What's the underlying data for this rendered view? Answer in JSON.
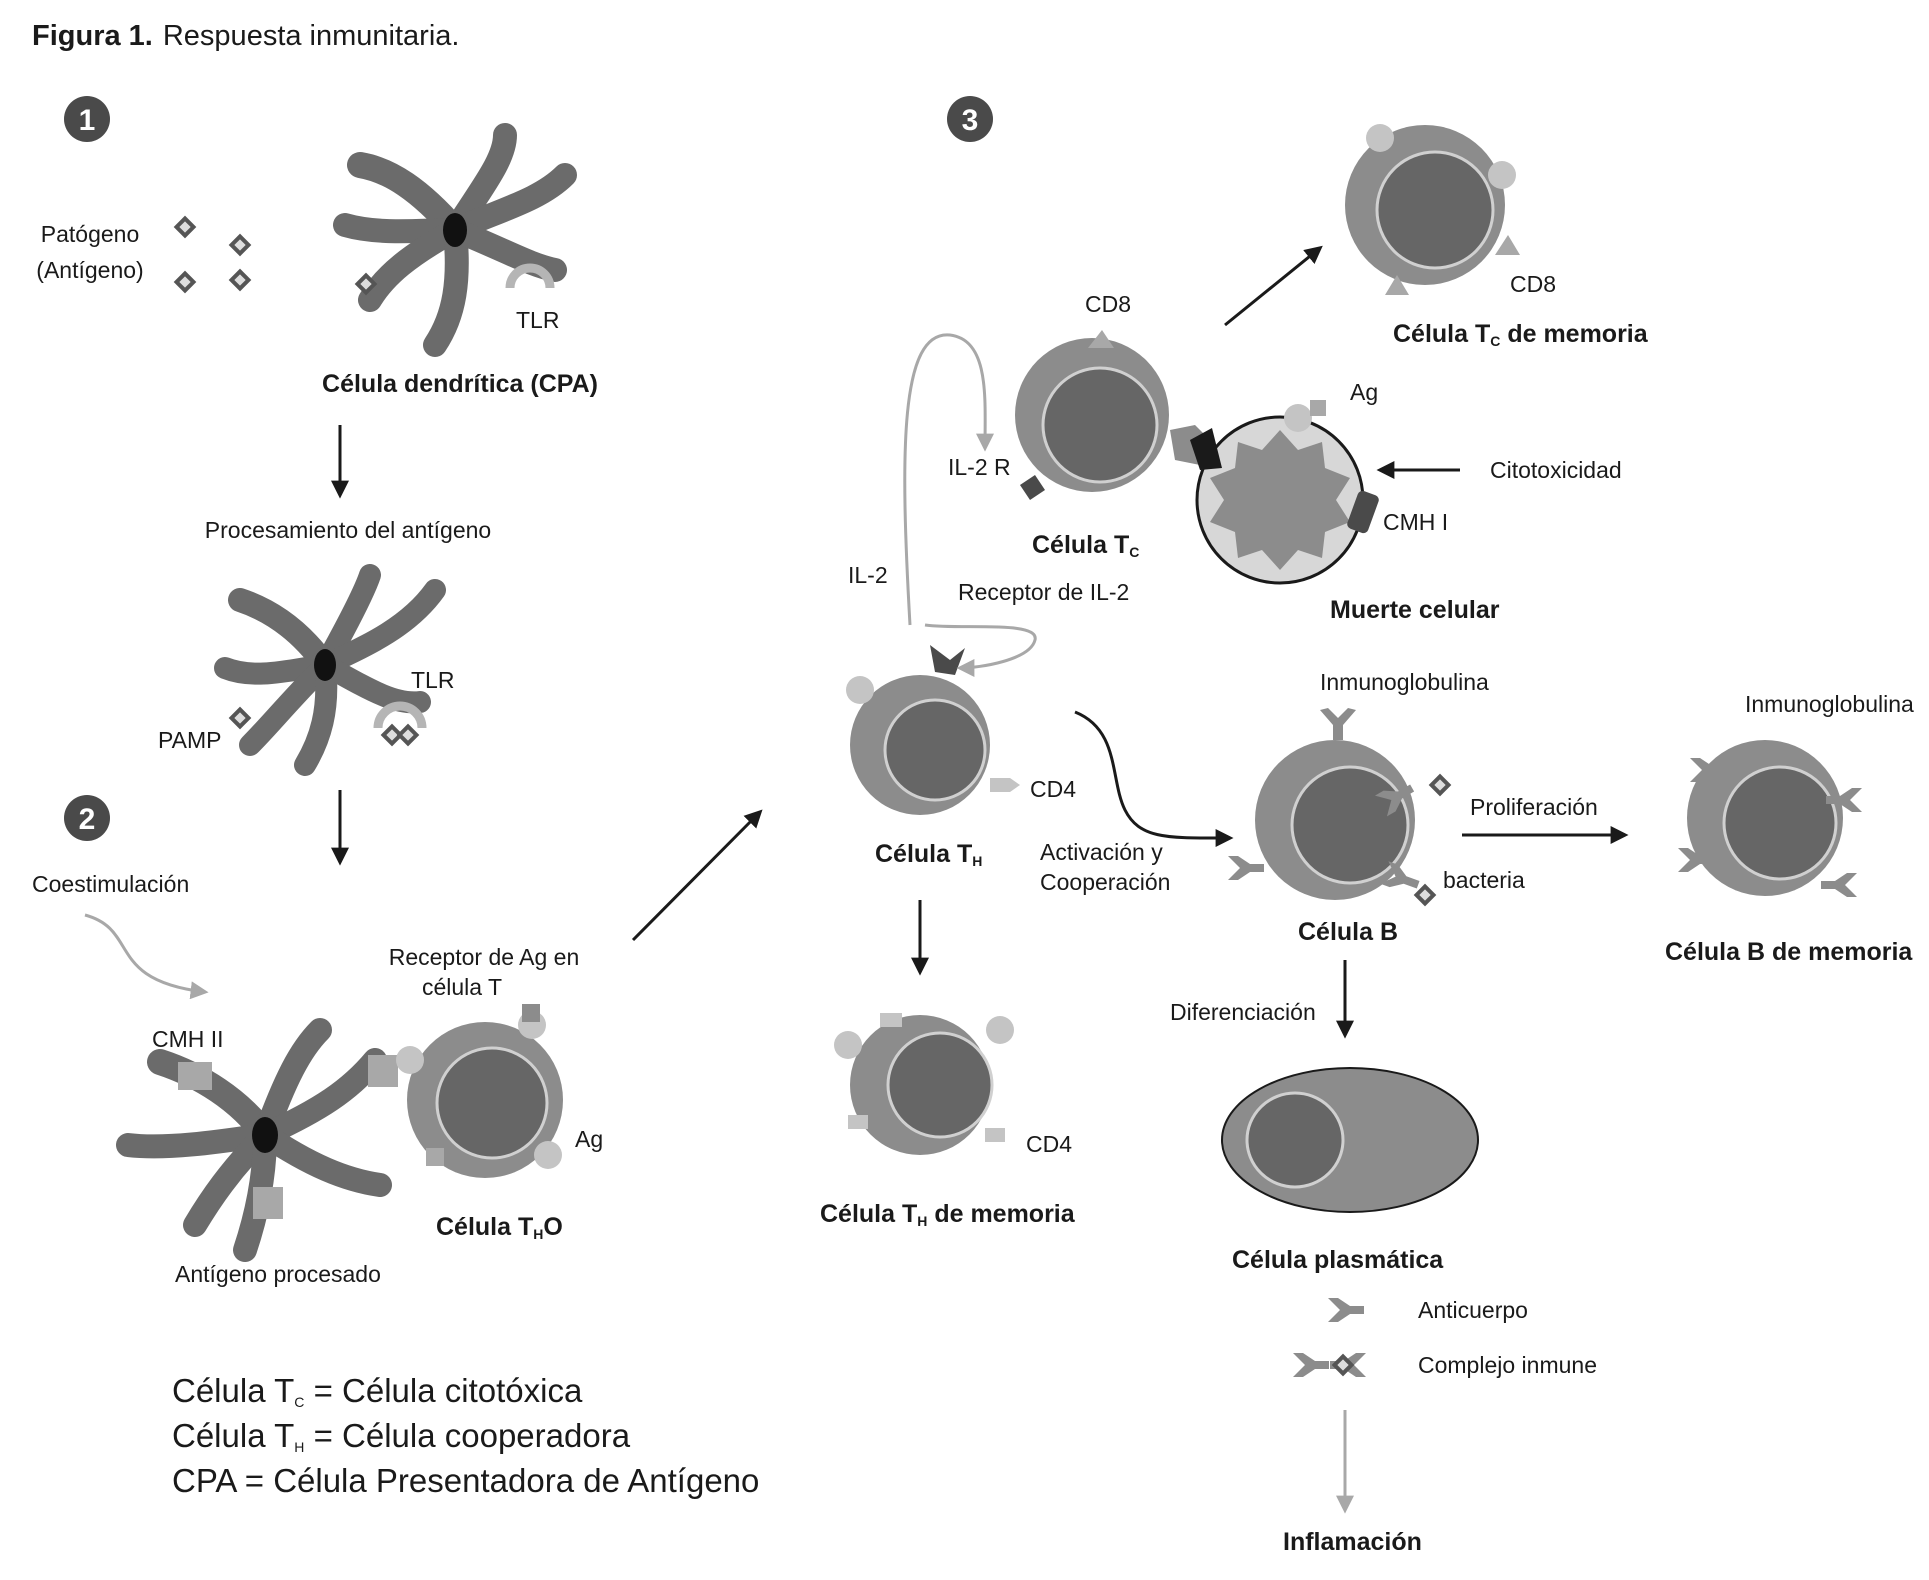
{
  "figure": {
    "title_bold": "Figura 1.",
    "title_rest": "Respuesta inmunitaria."
  },
  "steps": [
    "1",
    "2",
    "3"
  ],
  "labels": {
    "patogeno": "Patógeno",
    "antigeno": "(Antígeno)",
    "tlr_top": "TLR",
    "celula_dendritica": "Célula dendrítica (CPA)",
    "procesamiento": "Procesamiento del antígeno",
    "tlr_mid": "TLR",
    "pamp": "PAMP",
    "coestimulacion": "Coestimulación",
    "cmh_ii": "CMH II",
    "receptor_ag_line1": "Receptor de Ag en",
    "receptor_ag_line2": "célula T",
    "ag_th0": "Ag",
    "celula_th0_main": "Célula T",
    "celula_th0_sub": "H",
    "celula_th0_end": "O",
    "antigeno_procesado": "Antígeno procesado",
    "cd8_tc": "CD8",
    "il2r": "IL-2 R",
    "celula_tc_main": "Célula T",
    "celula_tc_sub": "C",
    "il2": "IL-2",
    "receptor_il2": "Receptor de  IL-2",
    "cd8_mem": "CD8",
    "celula_tc_mem_main": "Célula T",
    "celula_tc_mem_sub": "C",
    "celula_tc_mem_end": " de memoria",
    "ag_target": "Ag",
    "citotoxicidad": "Citotoxicidad",
    "cmh_i": "CMH I",
    "muerte_celular": "Muerte celular",
    "cd4_th": "CD4",
    "celula_th_main": "Célula T",
    "celula_th_sub": "H",
    "activacion": "Activación y",
    "cooperacion": "Cooperación",
    "cd4_mem": "CD4",
    "celula_th_mem_main": "Célula T",
    "celula_th_mem_sub": "H",
    "celula_th_mem_end": " de memoria",
    "inmunoglobulina_b": "Inmunoglobulina",
    "proliferacion": "Proliferación",
    "bacteria": "bacteria",
    "celula_b": "Célula B",
    "inmunoglobulina_bmem": "Inmunoglobulina",
    "celula_b_memoria": "Célula B de memoria",
    "diferenciacion": "Diferenciación",
    "celula_plasmatica": "Célula plasmática",
    "anticuerpo": "Anticuerpo",
    "complejo_inmune": "Complejo inmune",
    "inflamacion": "Inflamación"
  },
  "legend": [
    {
      "main": "Célula T",
      "sub": "C",
      "rest": " = Célula citotóxica"
    },
    {
      "main": "Célula T",
      "sub": "H",
      "rest": " = Célula cooperadora"
    },
    {
      "main": "",
      "sub": "",
      "rest": "CPA = Célula Presentadora de Antígeno"
    }
  ],
  "colors": {
    "cell_outer": "#8c8c8c",
    "nucleus": "#666666",
    "membrane": "#d0d0d0",
    "dendritic": "#6b6b6b",
    "dark": "#1a1a1a",
    "light_receptor": "#c4c4c4",
    "arrow_gray": "#a8a8a8"
  }
}
